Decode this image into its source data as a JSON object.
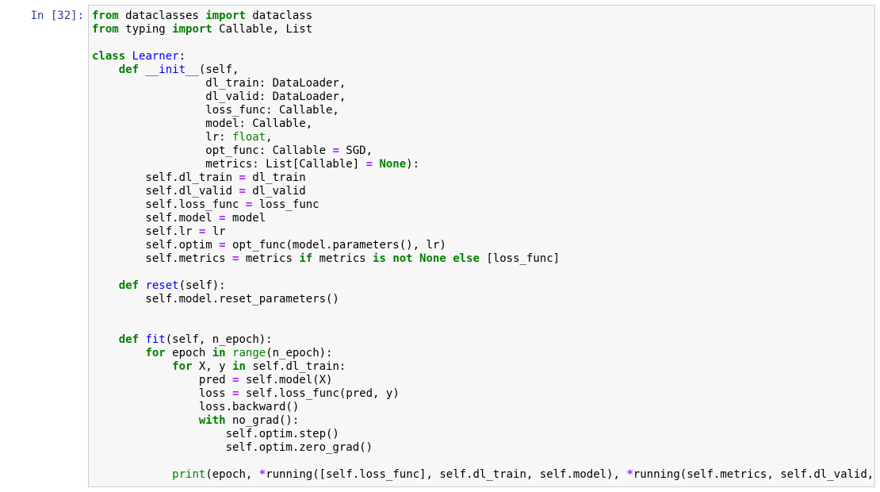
{
  "prompt": "In [32]:",
  "colors": {
    "keyword": "#008000",
    "name": "#0000ff",
    "operator": "#aa22ff",
    "prompt": "#303f9f"
  },
  "code": {
    "lines": [
      [
        [
          "kw",
          "from"
        ],
        [
          "",
          "  dataclasses "
        ],
        [
          "kw",
          "import"
        ],
        [
          "",
          " dataclass"
        ]
      ],
      [
        [
          "kw",
          "from"
        ],
        [
          "",
          " typing "
        ],
        [
          "kw",
          "import"
        ],
        [
          "",
          " Callable, List"
        ]
      ],
      [],
      [
        [
          "kw",
          "class"
        ],
        [
          "",
          " "
        ],
        [
          "nf",
          "Learner"
        ],
        [
          "",
          ":"
        ]
      ],
      [
        [
          "",
          "    "
        ],
        [
          "kw",
          "def"
        ],
        [
          "",
          " "
        ],
        [
          "nf",
          "__init__"
        ],
        [
          "",
          "(self,"
        ]
      ],
      [
        [
          "",
          "                 dl_train: DataLoader,"
        ]
      ],
      [
        [
          "",
          "                 dl_valid: DataLoader,"
        ]
      ],
      [
        [
          "",
          "                 loss_func: Callable,"
        ]
      ],
      [
        [
          "",
          "                 model: Callable,"
        ]
      ],
      [
        [
          "",
          "                 lr: "
        ],
        [
          "bi",
          "float"
        ],
        [
          "",
          ","
        ]
      ],
      [
        [
          "",
          "                 opt_func: Callable "
        ],
        [
          "op",
          "="
        ],
        [
          "",
          " SGD,"
        ]
      ],
      [
        [
          "",
          "                 metrics: List[Callable] "
        ],
        [
          "op",
          "="
        ],
        [
          "",
          " "
        ],
        [
          "kw",
          "None"
        ],
        [
          "",
          "):"
        ]
      ],
      [
        [
          "",
          "        self.dl_train "
        ],
        [
          "op",
          "="
        ],
        [
          "",
          " dl_train"
        ]
      ],
      [
        [
          "",
          "        self.dl_valid "
        ],
        [
          "op",
          "="
        ],
        [
          "",
          " dl_valid"
        ]
      ],
      [
        [
          "",
          "        self.loss_func "
        ],
        [
          "op",
          "="
        ],
        [
          "",
          " loss_func"
        ]
      ],
      [
        [
          "",
          "        self.model "
        ],
        [
          "op",
          "="
        ],
        [
          "",
          " model"
        ]
      ],
      [
        [
          "",
          "        self.lr "
        ],
        [
          "op",
          "="
        ],
        [
          "",
          " lr"
        ]
      ],
      [
        [
          "",
          "        self.optim "
        ],
        [
          "op",
          "="
        ],
        [
          "",
          " opt_func(model.parameters(), lr)"
        ]
      ],
      [
        [
          "",
          "        self.metrics "
        ],
        [
          "op",
          "="
        ],
        [
          "",
          " metrics "
        ],
        [
          "kw",
          "if"
        ],
        [
          "",
          " metrics "
        ],
        [
          "kw",
          "is not"
        ],
        [
          "",
          " "
        ],
        [
          "kw",
          "None"
        ],
        [
          "",
          " "
        ],
        [
          "kw",
          "else"
        ],
        [
          "",
          " [loss_func]"
        ]
      ],
      [],
      [
        [
          "",
          "    "
        ],
        [
          "kw",
          "def"
        ],
        [
          "",
          " "
        ],
        [
          "nf",
          "reset"
        ],
        [
          "",
          "(self):"
        ]
      ],
      [
        [
          "",
          "        self.model.reset_parameters()"
        ]
      ],
      [],
      [],
      [
        [
          "",
          "    "
        ],
        [
          "kw",
          "def"
        ],
        [
          "",
          " "
        ],
        [
          "nf",
          "fit"
        ],
        [
          "",
          "(self, n_epoch):"
        ]
      ],
      [
        [
          "",
          "        "
        ],
        [
          "kw",
          "for"
        ],
        [
          "",
          " epoch "
        ],
        [
          "kw",
          "in"
        ],
        [
          "",
          " "
        ],
        [
          "bi",
          "range"
        ],
        [
          "",
          "(n_epoch):"
        ]
      ],
      [
        [
          "",
          "            "
        ],
        [
          "kw",
          "for"
        ],
        [
          "",
          " X, y "
        ],
        [
          "kw",
          "in"
        ],
        [
          "",
          " self.dl_train:"
        ]
      ],
      [
        [
          "",
          "                pred "
        ],
        [
          "op",
          "="
        ],
        [
          "",
          " self.model(X)"
        ]
      ],
      [
        [
          "",
          "                loss "
        ],
        [
          "op",
          "="
        ],
        [
          "",
          " self.loss_func(pred, y)"
        ]
      ],
      [
        [
          "",
          "                loss.backward()"
        ]
      ],
      [
        [
          "",
          "                "
        ],
        [
          "kw",
          "with"
        ],
        [
          "",
          " no_grad():"
        ]
      ],
      [
        [
          "",
          "                    self.optim.step()"
        ]
      ],
      [
        [
          "",
          "                    self.optim.zero_grad()"
        ]
      ],
      [],
      [
        [
          "",
          "            "
        ],
        [
          "bi",
          "print"
        ],
        [
          "",
          "(epoch, "
        ],
        [
          "op",
          "*"
        ],
        [
          "",
          "running([self.loss_func], self.dl_train, self.model), "
        ],
        [
          "op",
          "*"
        ],
        [
          "",
          "running(self.metrics, self.dl_valid, self.model))"
        ]
      ]
    ]
  }
}
